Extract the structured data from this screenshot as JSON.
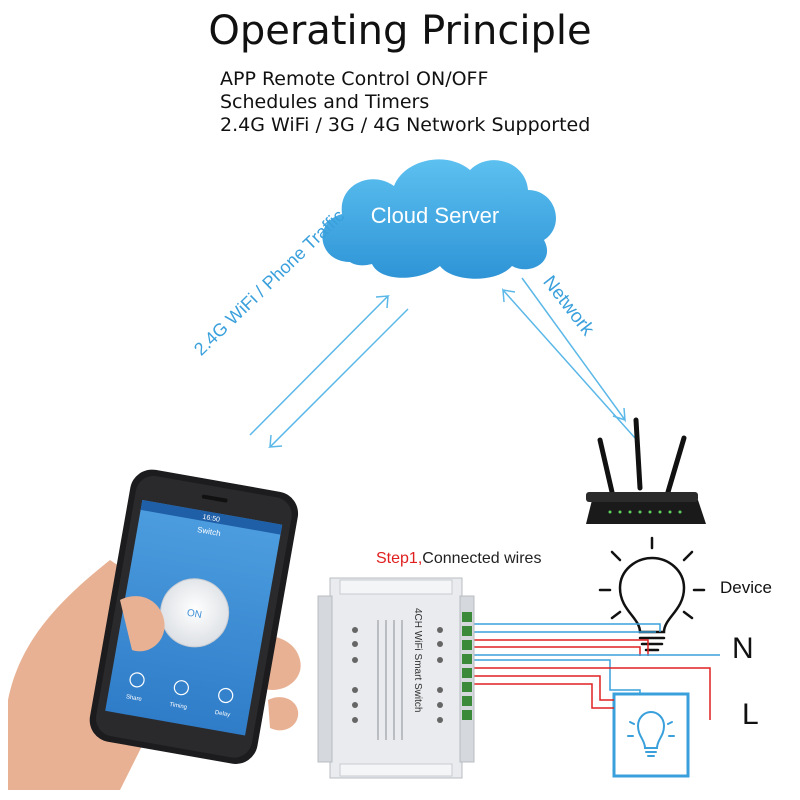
{
  "title": "Operating Principle",
  "features": [
    "APP Remote Control ON/OFF",
    "Schedules and Timers",
    "2.4G WiFi / 3G / 4G Network Supported"
  ],
  "cloud_label": "Cloud Server",
  "wifi_label": "2.4G WiFi / Phone Traffic",
  "network_label": "Network",
  "step_label": {
    "step": "Step1,",
    "rest": "Connected wires"
  },
  "device_label": "Device",
  "n_label": "N",
  "l_label": "L",
  "phone": {
    "time": "16:50",
    "screen_title": "Switch",
    "on_button": "ON",
    "bottom_actions": [
      "Share",
      "Timing",
      "Delay"
    ]
  },
  "switch_box": {
    "name": "4CH WiFi Smart Switch"
  },
  "colors": {
    "arrow_blue": "#5bb8e8",
    "cloud_blue": "#3da7e3",
    "wire_red": "#e02020",
    "wire_blue": "#3aa0dc",
    "phone_screen": "#3e8fd6"
  }
}
